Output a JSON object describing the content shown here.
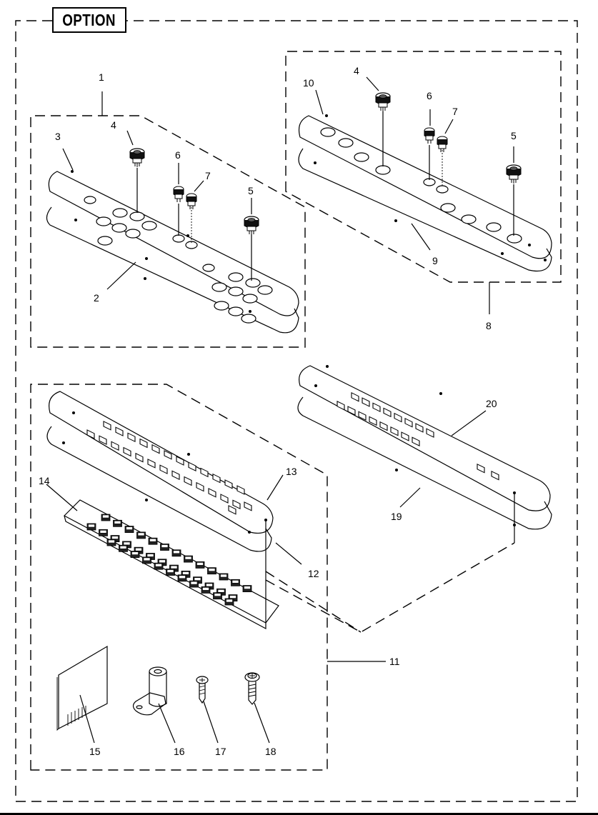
{
  "header": {
    "title": "OPTION"
  },
  "callouts": {
    "c1": "1",
    "c2": "2",
    "c3": "3",
    "c4a": "4",
    "c4b": "4",
    "c5a": "5",
    "c5b": "5",
    "c6a": "6",
    "c6b": "6",
    "c7a": "7",
    "c7b": "7",
    "c8": "8",
    "c9": "9",
    "c10": "10",
    "c11": "11",
    "c12": "12",
    "c13": "13",
    "c14": "14",
    "c15": "15",
    "c16": "16",
    "c17": "17",
    "c18": "18",
    "c19": "19",
    "c20": "20"
  },
  "colors": {
    "ink": "#000000",
    "paper": "#ffffff"
  }
}
